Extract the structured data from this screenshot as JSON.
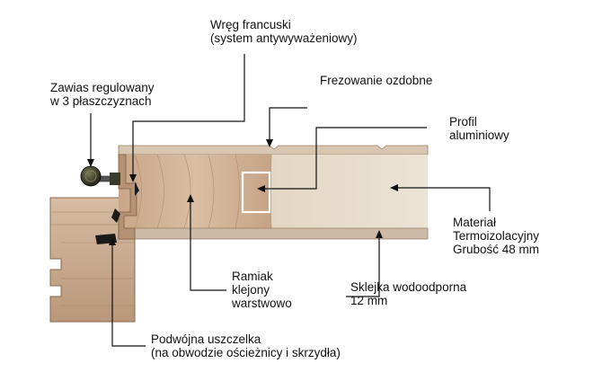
{
  "labels": {
    "wreg": {
      "line1": "Wręg francuski",
      "line2": "(system antywyważeniowy)"
    },
    "zawias": {
      "line1": "Zawias regulowany",
      "line2": "w 3 płaszczyznach"
    },
    "frezowanie": {
      "line1": "Frezowanie ozdobne"
    },
    "profil": {
      "line1": "Profil",
      "line2": "aluminiowy"
    },
    "material": {
      "line1": "Materiał",
      "line2": "Termoizolacyjny",
      "line3": "Grubość 48 mm"
    },
    "ramiak": {
      "line1": "Ramiak",
      "line2": "klejony",
      "line3": "warstwowo"
    },
    "sklejka": {
      "line1": "Sklejka wodoodporna",
      "line2": "12 mm"
    },
    "uszczelka": {
      "line1": "Podwójna  uszczelka",
      "line2": "(na obwodzie ościeżnicy i skrzydła)"
    }
  },
  "colors": {
    "wood_light": "#d8bfa5",
    "wood_mid": "#c9a98b",
    "wood_dark": "#9c7a5e",
    "insulation": "#e6dccb",
    "plywood": "#cfc3b6",
    "seal": "#1a1a1a",
    "profile_outline": "#ffffff",
    "leader": "#111111"
  }
}
